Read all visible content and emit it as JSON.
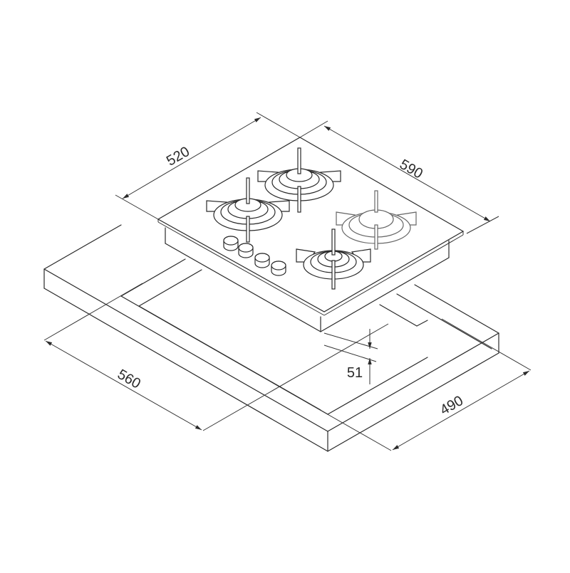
{
  "diagram": {
    "subject": "Gas hob installation dimensions (isometric view)",
    "units": "mm",
    "line_color": "#2a2a2a",
    "background": "#ffffff",
    "dimensions": {
      "hob_depth": "520",
      "hob_width": "590",
      "cutout_width": "560",
      "cutout_depth": "490",
      "built_in_height": "51"
    },
    "components": {
      "hob": "Glass-top gas hob",
      "burners": [
        "rear-left burner",
        "rear-center burner",
        "right wok burner",
        "front burner"
      ],
      "knobs": [
        "knob 1",
        "knob 2",
        "knob 3",
        "knob 4"
      ],
      "countertop": "Worktop with cutout"
    }
  }
}
